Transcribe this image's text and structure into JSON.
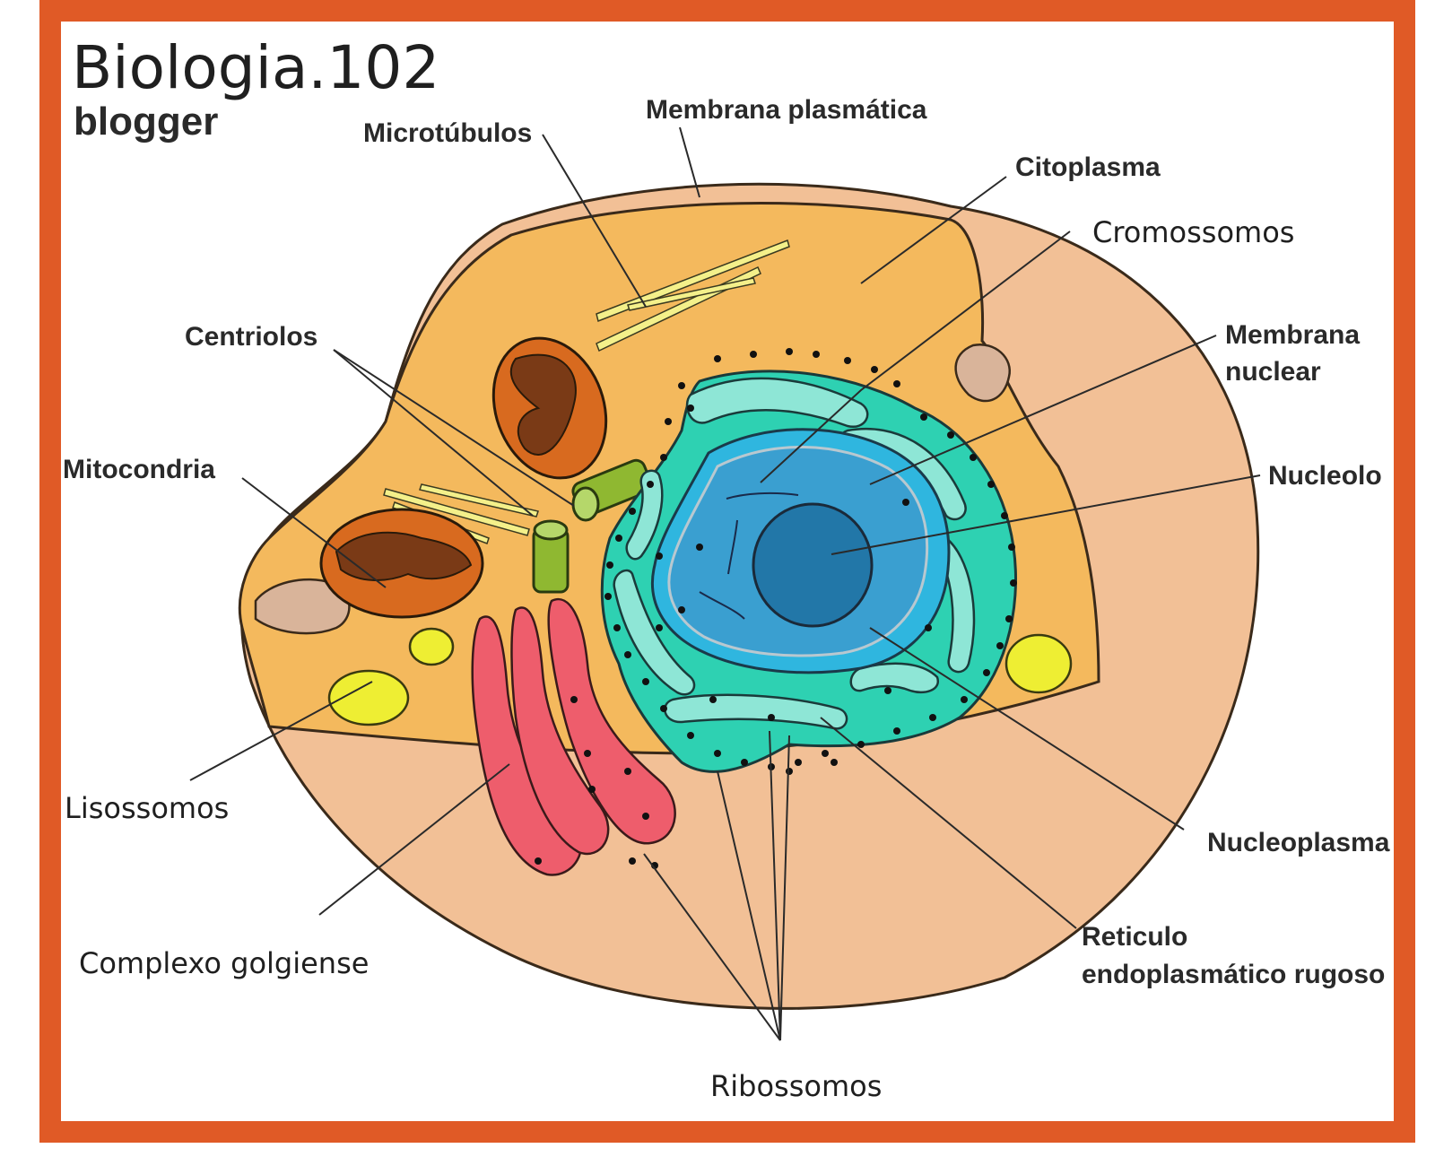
{
  "brand": {
    "title": "Biologia.102",
    "subtitle": "blogger"
  },
  "labels": {
    "microtubulos": "Microtúbulos",
    "membrana_plasmatica": "Membrana plasmática",
    "citoplasma": "Citoplasma",
    "cromossomos": "Cromossomos",
    "membrana_nuclear_1": "Membrana",
    "membrana_nuclear_2": "nuclear",
    "nucleolo": "Nucleolo",
    "centriolos": "Centriolos",
    "mitocondria": "Mitocondria",
    "lisossomos": "Lisossomos",
    "complexo_golgiense": "Complexo golgiense",
    "nucleoplasma": "Nucleoplasma",
    "reticulo_1": "Reticulo",
    "reticulo_2": "endoplasmático rugoso",
    "ribossomos": "Ribossomos"
  },
  "colors": {
    "frame": "#e05a26",
    "outer_cell": "#f2c096",
    "cytoplasm": "#f4b95d",
    "nucleus": "#2fb6df",
    "nucleoplasm": "#3a9fd0",
    "nucleolus": "#2277a8",
    "reticulum": "#8ee6d6",
    "reticulum_dark": "#2ed1b2",
    "golgi": "#ee5d6c",
    "mitochondria": "#d86a1f",
    "lysosome": "#eeee33",
    "centriole": "#8fb831",
    "microtubule": "#f4f08a"
  }
}
